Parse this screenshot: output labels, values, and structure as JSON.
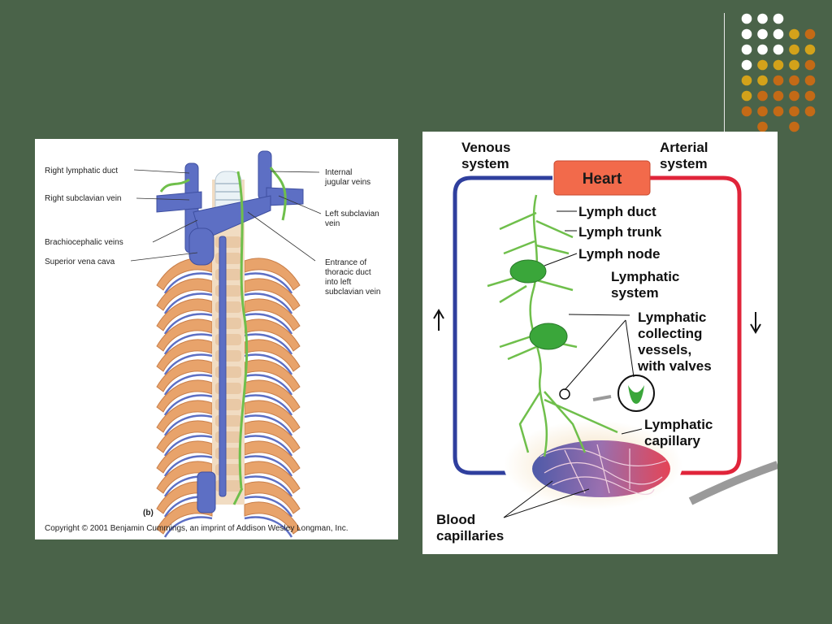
{
  "colors": {
    "slide_background": "#4a6349",
    "dot_white": "#ffffff",
    "dot_gold": "#d3a21a",
    "dot_orange": "#c46a16",
    "vein_blue": "#5d6fc4",
    "lymph_green": "#6fbf4b",
    "rib_orange": "#e8a36b",
    "heart_red": "#f26a4b",
    "artery_red": "#e0243a",
    "vein_dark_blue": "#2f3f9e"
  },
  "left_diagram": {
    "labels": {
      "right_lymphatic_duct": "Right lymphatic duct",
      "right_subclavian_vein": "Right subclavian vein",
      "brachiocephalic_veins": "Brachiocephalic veins",
      "superior_vena_cava": "Superior vena cava",
      "internal_jugular_1": "Internal",
      "internal_jugular_2": "jugular veins",
      "left_subclavian_1": "Left subclavian",
      "left_subclavian_2": "vein",
      "entrance_1": "Entrance of",
      "entrance_2": "thoracic duct",
      "entrance_3": "into left",
      "entrance_4": "subclavian vein",
      "panel_letter": "(b)",
      "copyright": "Copyright © 2001 Benjamin Cummings, an imprint of Addison Wesley Longman, Inc."
    }
  },
  "right_diagram": {
    "labels": {
      "venous_1": "Venous",
      "venous_2": "system",
      "arterial_1": "Arterial",
      "arterial_2": "system",
      "heart": "Heart",
      "lymph_duct": "Lymph duct",
      "lymph_trunk": "Lymph trunk",
      "lymph_node": "Lymph node",
      "lymphatic_system_1": "Lymphatic",
      "lymphatic_system_2": "system",
      "collecting_1": "Lymphatic",
      "collecting_2": "collecting",
      "collecting_3": "vessels,",
      "collecting_4": "with valves",
      "capillary_1": "Lymphatic",
      "capillary_2": "capillary",
      "blood_1": "Blood",
      "blood_2": "capillaries"
    }
  }
}
